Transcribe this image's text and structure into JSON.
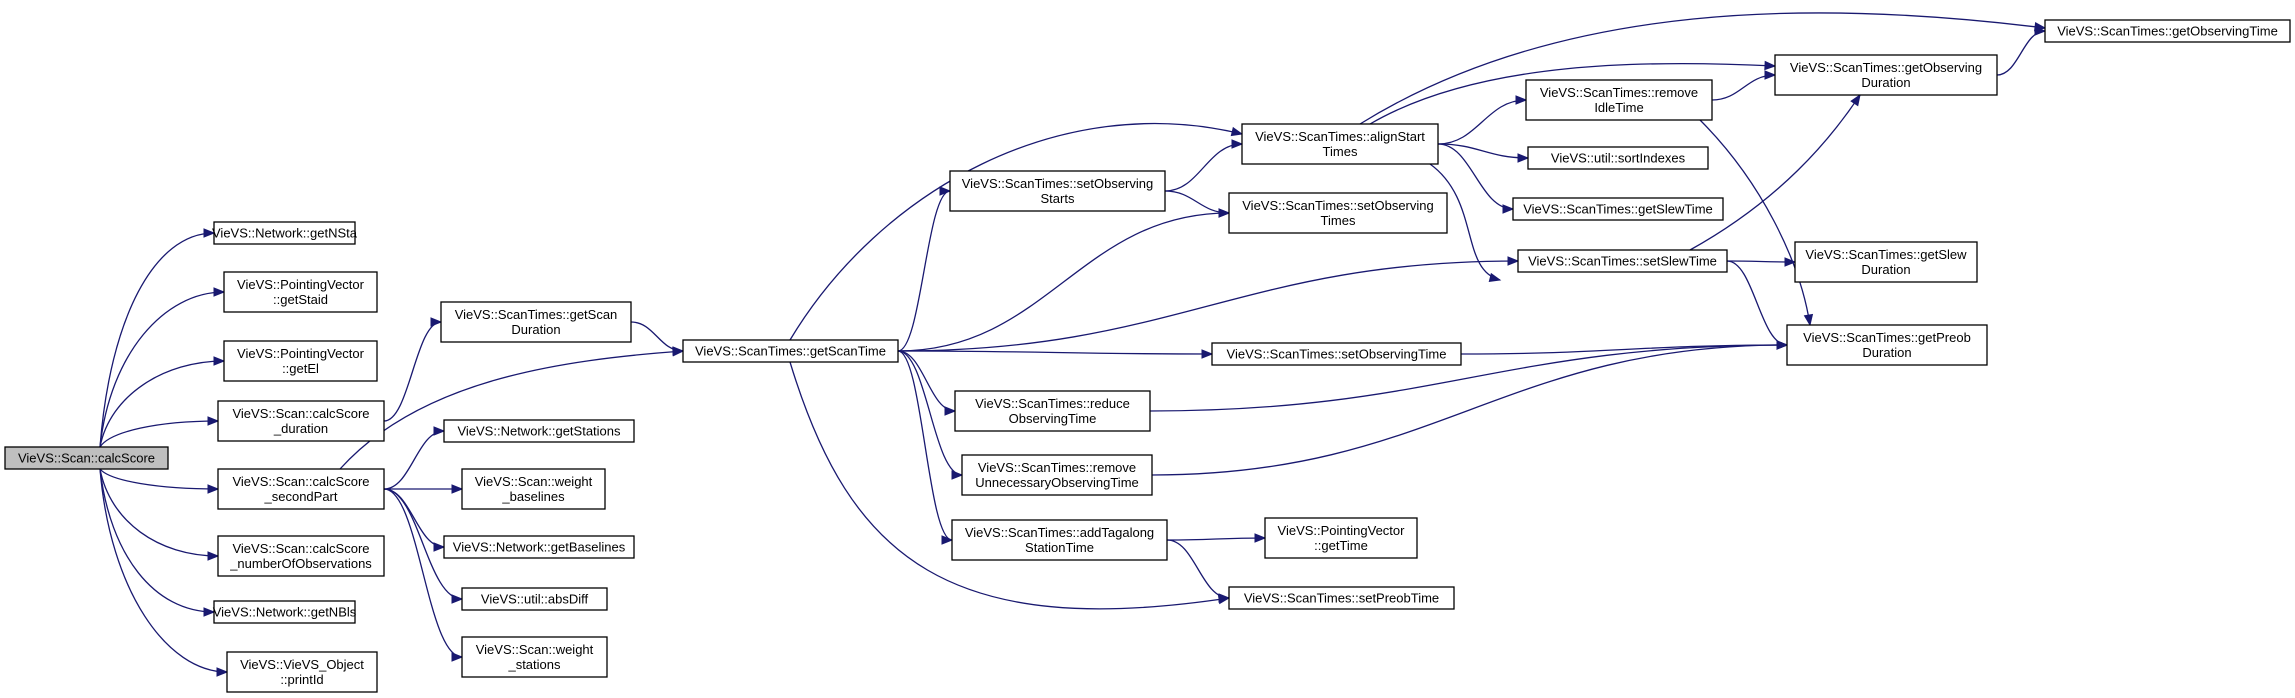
{
  "graph": {
    "nodes": [
      {
        "id": "calcScore",
        "lines": [
          "VieVS::Scan::calcScore"
        ],
        "root": true
      },
      {
        "id": "getNSta",
        "lines": [
          "VieVS::Network::getNSta"
        ]
      },
      {
        "id": "getStaid",
        "lines": [
          "VieVS::PointingVector",
          "::getStaid"
        ]
      },
      {
        "id": "getEl",
        "lines": [
          "VieVS::PointingVector",
          "::getEl"
        ]
      },
      {
        "id": "calcScore_duration",
        "lines": [
          "VieVS::Scan::calcScore",
          "_duration"
        ]
      },
      {
        "id": "calcScore_secondPart",
        "lines": [
          "VieVS::Scan::calcScore",
          "_secondPart"
        ]
      },
      {
        "id": "calcScore_numberOfObservations",
        "lines": [
          "VieVS::Scan::calcScore",
          "_numberOfObservations"
        ]
      },
      {
        "id": "getNBls",
        "lines": [
          "VieVS::Network::getNBls"
        ]
      },
      {
        "id": "printId",
        "lines": [
          "VieVS::VieVS_Object",
          "::printId"
        ]
      },
      {
        "id": "getScanDuration",
        "lines": [
          "VieVS::ScanTimes::getScan",
          "Duration"
        ]
      },
      {
        "id": "getStations",
        "lines": [
          "VieVS::Network::getStations"
        ]
      },
      {
        "id": "weight_baselines",
        "lines": [
          "VieVS::Scan::weight",
          "_baselines"
        ]
      },
      {
        "id": "getBaselines",
        "lines": [
          "VieVS::Network::getBaselines"
        ]
      },
      {
        "id": "absDiff",
        "lines": [
          "VieVS::util::absDiff"
        ]
      },
      {
        "id": "weight_stations",
        "lines": [
          "VieVS::Scan::weight",
          "_stations"
        ]
      },
      {
        "id": "getScanTime",
        "lines": [
          "VieVS::ScanTimes::getScanTime"
        ]
      },
      {
        "id": "setObservingStarts",
        "lines": [
          "VieVS::ScanTimes::setObserving",
          "Starts"
        ]
      },
      {
        "id": "reduceObservingTime",
        "lines": [
          "VieVS::ScanTimes::reduce",
          "ObservingTime"
        ]
      },
      {
        "id": "removeUnnecessaryObservingTime",
        "lines": [
          "VieVS::ScanTimes::remove",
          "UnnecessaryObservingTime"
        ]
      },
      {
        "id": "addTagalongStationTime",
        "lines": [
          "VieVS::ScanTimes::addTagalong",
          "StationTime"
        ]
      },
      {
        "id": "alignStartTimes",
        "lines": [
          "VieVS::ScanTimes::alignStart",
          "Times"
        ]
      },
      {
        "id": "setObservingTimes",
        "lines": [
          "VieVS::ScanTimes::setObserving",
          "Times"
        ]
      },
      {
        "id": "setObservingTime",
        "lines": [
          "VieVS::ScanTimes::setObservingTime"
        ]
      },
      {
        "id": "getTime",
        "lines": [
          "VieVS::PointingVector",
          "::getTime"
        ]
      },
      {
        "id": "setPreobTime",
        "lines": [
          "VieVS::ScanTimes::setPreobTime"
        ]
      },
      {
        "id": "removeIdleTime",
        "lines": [
          "VieVS::ScanTimes::remove",
          "IdleTime"
        ]
      },
      {
        "id": "sortIndexes",
        "lines": [
          "VieVS::util::sortIndexes"
        ]
      },
      {
        "id": "getSlewTime",
        "lines": [
          "VieVS::ScanTimes::getSlewTime"
        ]
      },
      {
        "id": "setSlewTime",
        "lines": [
          "VieVS::ScanTimes::setSlewTime"
        ]
      },
      {
        "id": "getObservingDuration",
        "lines": [
          "VieVS::ScanTimes::getObserving",
          "Duration"
        ]
      },
      {
        "id": "getSlewDuration",
        "lines": [
          "VieVS::ScanTimes::getSlew",
          "Duration"
        ]
      },
      {
        "id": "getPreobDuration",
        "lines": [
          "VieVS::ScanTimes::getPreob",
          "Duration"
        ]
      },
      {
        "id": "getObservingTime",
        "lines": [
          "VieVS::ScanTimes::getObservingTime"
        ]
      }
    ],
    "edges": [
      [
        "calcScore",
        "getNSta"
      ],
      [
        "calcScore",
        "getStaid"
      ],
      [
        "calcScore",
        "getEl"
      ],
      [
        "calcScore",
        "calcScore_duration"
      ],
      [
        "calcScore",
        "calcScore_secondPart"
      ],
      [
        "calcScore",
        "calcScore_numberOfObservations"
      ],
      [
        "calcScore",
        "getNBls"
      ],
      [
        "calcScore",
        "printId"
      ],
      [
        "calcScore_duration",
        "getScanDuration"
      ],
      [
        "getScanDuration",
        "getScanTime"
      ],
      [
        "calcScore_secondPart",
        "getScanTime"
      ],
      [
        "calcScore_secondPart",
        "getStations"
      ],
      [
        "calcScore_secondPart",
        "weight_baselines"
      ],
      [
        "calcScore_secondPart",
        "getBaselines"
      ],
      [
        "calcScore_secondPart",
        "absDiff"
      ],
      [
        "calcScore_secondPart",
        "weight_stations"
      ],
      [
        "getScanTime",
        "alignStartTimes"
      ],
      [
        "getScanTime",
        "setObservingStarts"
      ],
      [
        "getScanTime",
        "setObservingTimes"
      ],
      [
        "getScanTime",
        "setSlewTime"
      ],
      [
        "getScanTime",
        "setObservingTime"
      ],
      [
        "getScanTime",
        "reduceObservingTime"
      ],
      [
        "getScanTime",
        "removeUnnecessaryObservingTime"
      ],
      [
        "getScanTime",
        "addTagalongStationTime"
      ],
      [
        "getScanTime",
        "setPreobTime"
      ],
      [
        "setObservingStarts",
        "alignStartTimes"
      ],
      [
        "setObservingStarts",
        "setObservingTimes"
      ],
      [
        "alignStartTimes",
        "getObservingTime"
      ],
      [
        "alignStartTimes",
        "getObservingDuration"
      ],
      [
        "alignStartTimes",
        "removeIdleTime"
      ],
      [
        "alignStartTimes",
        "sortIndexes"
      ],
      [
        "alignStartTimes",
        "getSlewTime"
      ],
      [
        "alignStartTimes",
        "getPreobDuration"
      ],
      [
        "removeIdleTime",
        "getObservingDuration"
      ],
      [
        "removeIdleTime",
        "getPreobDuration"
      ],
      [
        "getObservingDuration",
        "getObservingTime"
      ],
      [
        "setSlewTime",
        "getObservingDuration"
      ],
      [
        "setSlewTime",
        "getSlewDuration"
      ],
      [
        "setSlewTime",
        "getPreobDuration"
      ],
      [
        "setObservingTime",
        "getPreobDuration"
      ],
      [
        "reduceObservingTime",
        "getPreobDuration"
      ],
      [
        "removeUnnecessaryObservingTime",
        "getPreobDuration"
      ],
      [
        "addTagalongStationTime",
        "getTime"
      ],
      [
        "addTagalongStationTime",
        "setPreobTime"
      ]
    ],
    "colors": {
      "edge": "#191970",
      "node_border": "#000000",
      "root_fill": "#bfbfbf",
      "node_fill": "#ffffff"
    }
  }
}
